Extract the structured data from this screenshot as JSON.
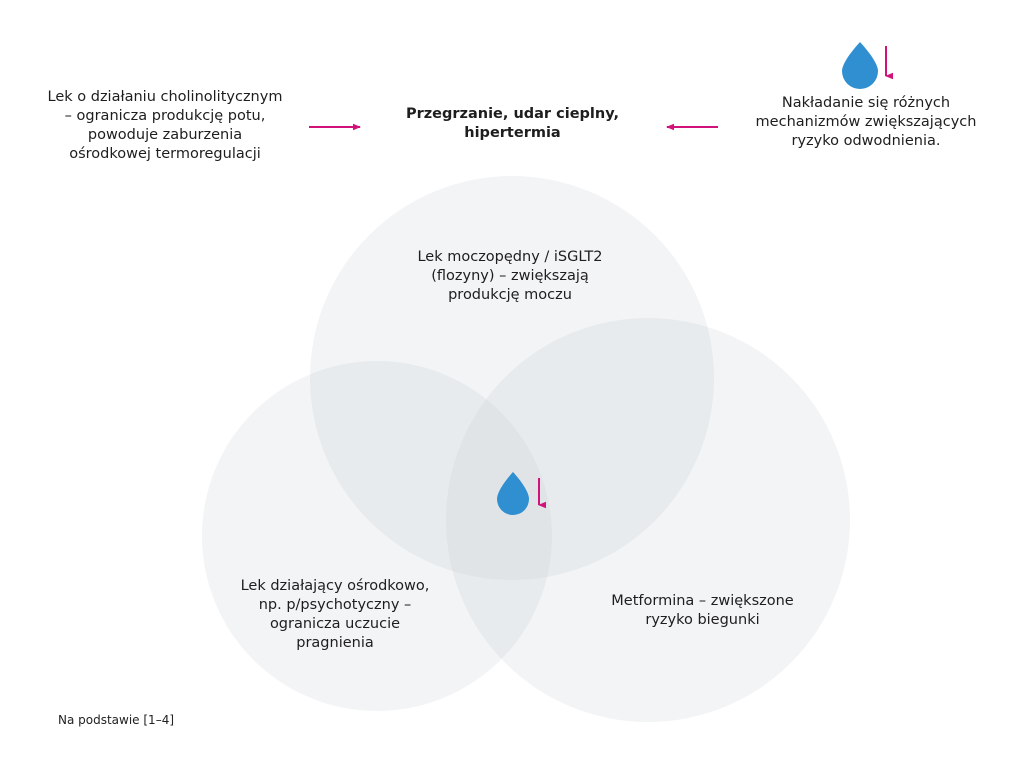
{
  "colors": {
    "accent_arrow": "#d1127a",
    "drop": "#2f8fd0",
    "circle_fill": "#c6cbd3",
    "text": "#1e1e1e"
  },
  "center_title": {
    "lines": [
      "Przegrzanie, udar cieplny,",
      "hipertermia"
    ]
  },
  "left_note": {
    "lines": [
      "Lek o działaniu cholinolitycznym",
      "– ogranicza produkcję potu,",
      "powoduje zaburzenia",
      "ośrodkowej termoregulacji"
    ]
  },
  "right_note": {
    "icon": "water-drop-down-arrow-icon",
    "lines": [
      "Nakładanie się różnych",
      "mechanizmów zwiększających",
      "ryzyko odwodnienia."
    ]
  },
  "circles": {
    "top": [
      "Lek moczopędny / iSGLT2",
      "(flozyny) – zwiększają",
      "produkcję moczu"
    ],
    "left": [
      "Lek działający ośrodkowo,",
      "np. p/psychotyczny –",
      "ogranicza uczucie",
      "pragnienia"
    ],
    "right": [
      "Metformina – zwiększone",
      "ryzyko biegunki"
    ]
  },
  "center_icon": "water-drop-down-arrow-icon",
  "footnote": "Na podstawie [1–4]"
}
